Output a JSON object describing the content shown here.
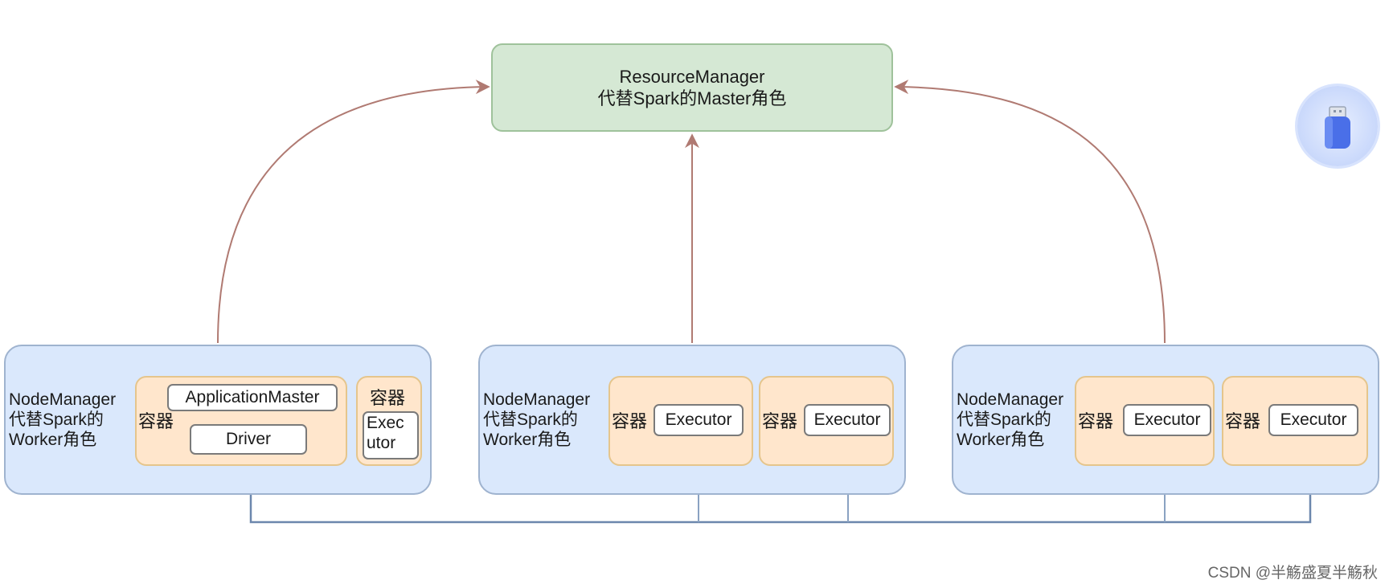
{
  "resource_manager": {
    "line1": "ResourceManager",
    "line2": "代替Spark的Master角色"
  },
  "nodes": [
    {
      "label_lines": [
        "NodeManager",
        "代替Spark的",
        "Worker角色"
      ],
      "containers": [
        {
          "label": "容器",
          "items": [
            "ApplicationMaster",
            "Driver"
          ]
        },
        {
          "label": "容器",
          "items": [
            "Exec",
            "utor"
          ]
        }
      ]
    },
    {
      "label_lines": [
        "NodeManager",
        "代替Spark的",
        "Worker角色"
      ],
      "containers": [
        {
          "label": "容器",
          "items": [
            "Executor"
          ]
        },
        {
          "label": "容器",
          "items": [
            "Executor"
          ]
        }
      ]
    },
    {
      "label_lines": [
        "NodeManager",
        "代替Spark的",
        "Worker角色"
      ],
      "containers": [
        {
          "label": "容器",
          "items": [
            "Executor"
          ]
        },
        {
          "label": "容器",
          "items": [
            "Executor"
          ]
        }
      ]
    }
  ],
  "colors": {
    "resource_manager_fill": "#d5e8d4",
    "node_fill": "#dae8fc",
    "container_fill": "#ffe6cc",
    "rm_arrow": "#b07a72",
    "driver_arrow": "#6c87ad"
  },
  "icons": {
    "badge": "usb-drive-icon"
  },
  "watermark": "CSDN @半觞盛夏半觞秋"
}
